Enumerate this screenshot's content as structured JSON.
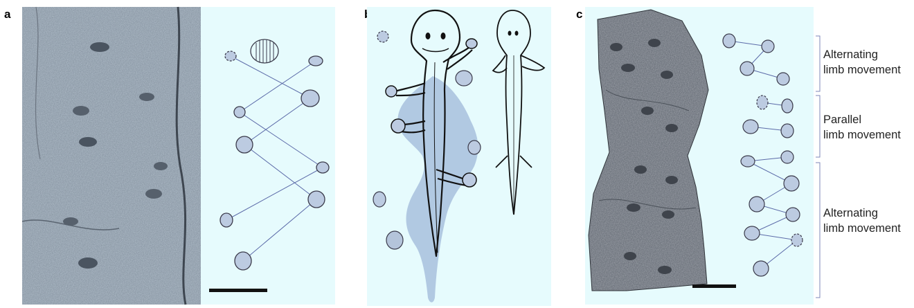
{
  "panels": {
    "a": {
      "label": "a"
    },
    "b": {
      "label": "b"
    },
    "c": {
      "label": "c"
    }
  },
  "annotations": {
    "top": "Alternating\nlimb movement",
    "middle": "Parallel\nlimb movement",
    "bottom": "Alternating\nlimb movement"
  },
  "colors": {
    "background": "#e6fbfd",
    "print_fill": "#bccbe1",
    "print_stroke": "#3a3a4a",
    "line": "#5b6aa8",
    "body_shadow": "#a7bfdd"
  }
}
